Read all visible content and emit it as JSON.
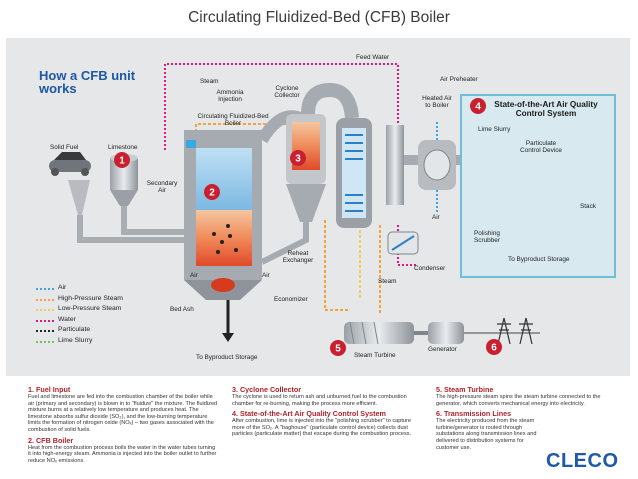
{
  "title": "Circulating Fluidized-Bed (CFB) Boiler",
  "subtitle": "How a CFB unit works",
  "labels": {
    "feed_water": "Feed Water",
    "steam_top": "Steam",
    "ammonia": "Ammonia Injection",
    "cyclone": "Cyclone Collector",
    "cfb_boiler": "Circulating Fluidized-Bed Boiler",
    "limestone": "Limestone",
    "solid_fuel": "Solid Fuel",
    "secondary_air": "Secondary Air",
    "air_left": "Air",
    "air_right": "Air",
    "bed_ash": "Bed Ash",
    "byproduct_left": "To Byproduct Storage",
    "reheat": "Reheat Exchanger",
    "economizer": "Economizer",
    "steam_mid": "Steam",
    "condenser": "Condenser",
    "air_preheater": "Air Preheater",
    "heated_air": "Heated Air to Boiler",
    "air_pre": "Air",
    "steam_turbine": "Steam Turbine",
    "generator": "Generator",
    "aq_title": "State-of-the-Art Air Quality Control System",
    "lime_slurry": "Lime Slurry",
    "pcd": "Particulate Control Device",
    "stack": "Stack",
    "polishing": "Polishing Scrubber",
    "byproduct_right": "To Byproduct Storage"
  },
  "badges": [
    "1",
    "2",
    "3",
    "4",
    "5",
    "6"
  ],
  "legend": [
    {
      "label": "Air",
      "color": "#3aa8e0"
    },
    {
      "label": "High-Pressure Steam",
      "color": "#f2a33a"
    },
    {
      "label": "Low-Pressure Steam",
      "color": "#f2cc55"
    },
    {
      "label": "Water",
      "color": "#e2187c"
    },
    {
      "label": "Particulate",
      "color": "#222222"
    },
    {
      "label": "Lime Slurry",
      "color": "#79c25a"
    }
  ],
  "notes": [
    {
      "title": "1. Fuel Input",
      "body": "Fuel and limestone are fed into the combustion chamber of the boiler while air (primary and secondary) is blown in to \"fluidize\" the mixture. The fluidized mixture burns at a relatively low temperature and produces heat. The limestone absorbs sulfur dioxide (SO₂), and the low-burning temperature limits the formation of nitrogen oxide (NOₓ) – two gases associated with the combustion of solid fuels."
    },
    {
      "title": "2. CFB Boiler",
      "body": "Heat from the combustion process boils the water in the water tubes turning it into high-energy steam. Ammonia is injected into the boiler outlet to further reduce NOₓ emissions."
    },
    {
      "title": "3. Cyclone Collector",
      "body": "The cyclone is used to return ash and unburned fuel to the combustion chamber for re-burning, making the process more efficient."
    },
    {
      "title": "4. State-of-the-Art Air Quality Control System",
      "body": "After combustion, lime is injected into the \"polishing scrubber\" to capture more of the SO₂. A \"baghouse\" (particulate control device) collects dust particles (particulate matter) that escape during the combustion process."
    },
    {
      "title": "5. Steam Turbine",
      "body": "The high-pressure steam spins the steam turbine connected to the generator, which converts mechanical energy into electricity."
    },
    {
      "title": "6. Transmission Lines",
      "body": "The electricity produced from the steam turbine/generator is routed through substations along transmission lines and delivered to distribution systems for customer use."
    }
  ],
  "logo": "CLECO"
}
